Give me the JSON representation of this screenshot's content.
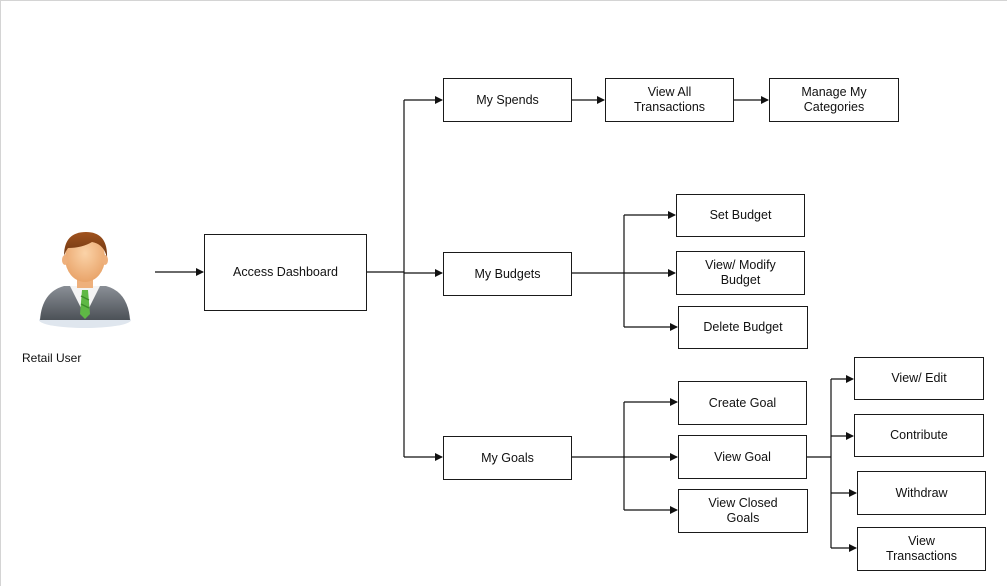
{
  "actor": {
    "label": "Retail User"
  },
  "nodes": {
    "access_dashboard": "Access Dashboard",
    "my_spends": "My Spends",
    "view_all_transactions": "View All Transactions",
    "manage_my_categories": "Manage My Categories",
    "my_budgets": "My Budgets",
    "set_budget": "Set Budget",
    "view_modify_budget": "View/ Modify Budget",
    "delete_budget": "Delete Budget",
    "my_goals": "My Goals",
    "create_goal": "Create Goal",
    "view_goal": "View Goal",
    "view_closed_goals": "View Closed Goals",
    "view_edit": "View/ Edit",
    "contribute": "Contribute",
    "withdraw": "Withdraw",
    "view_transactions": "View Transactions"
  }
}
